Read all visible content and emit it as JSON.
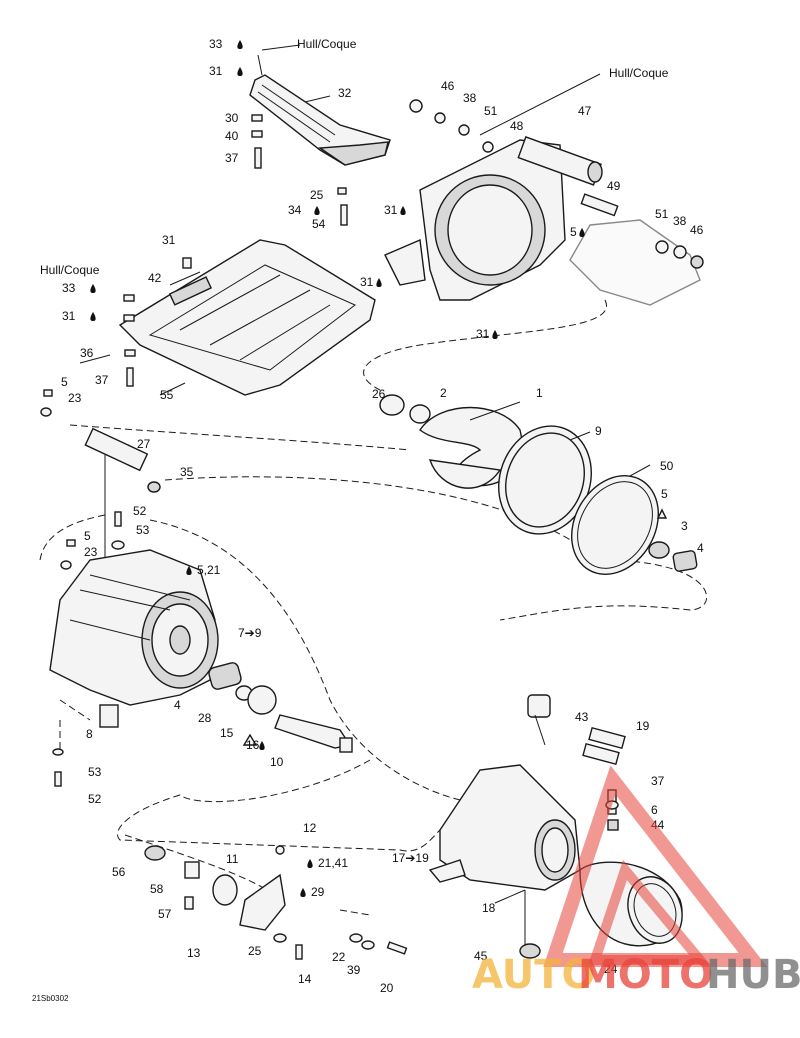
{
  "diagram": {
    "ref_code": "21Sb0302",
    "labels": {
      "l1": "1",
      "l2": "2",
      "l3": "3",
      "l4a": "4",
      "l4b": "4",
      "l5a": "5",
      "l5b": "5",
      "l5c": "5",
      "l5d": "5",
      "l6": "6",
      "l7": "7➔9",
      "l8": "8",
      "l9": "9",
      "l10": "10",
      "l11": "11",
      "l12": "12",
      "l13": "13",
      "l14": "14",
      "l15": "15",
      "l16": "16",
      "l17": "17➔19",
      "l18": "18",
      "l19": "19",
      "l20": "20",
      "l21": "5,21",
      "l21b": "21,41",
      "l22": "22",
      "l23a": "23",
      "l23b": "23",
      "l24": "24",
      "l25a": "25",
      "l25b": "25",
      "l26": "26",
      "l27": "27",
      "l28": "28",
      "l29": "29",
      "l30": "30",
      "l31a": "31",
      "l31b": "31",
      "l31c": "31",
      "l31d": "31",
      "l31e": "31",
      "l31f": "31",
      "l32": "32",
      "l33a": "33",
      "l33b": "33",
      "l34": "34",
      "l35": "35",
      "l36": "36",
      "l37a": "37",
      "l37b": "37",
      "l37c": "37",
      "l38a": "38",
      "l38b": "38",
      "l39": "39",
      "l40": "40",
      "l42": "42",
      "l43": "43",
      "l44": "44",
      "l45": "45",
      "l46a": "46",
      "l46b": "46",
      "l47": "47",
      "l48": "48",
      "l49": "49",
      "l50": "50",
      "l51a": "51",
      "l51b": "51",
      "l52a": "52",
      "l52b": "52",
      "l53a": "53",
      "l53b": "53",
      "l54": "54",
      "l55": "55",
      "l56": "56",
      "l57": "57",
      "l58": "58",
      "hull1": "Hull/Coque",
      "hull2": "Hull/Coque",
      "hull3": "Hull/Coque"
    }
  },
  "watermark": {
    "part1": "AUTO",
    "part2": "MOTO",
    "part3": "HUB",
    "color1": "#f2b43a",
    "color2": "#e8443a",
    "color3": "#6b6b6b"
  }
}
